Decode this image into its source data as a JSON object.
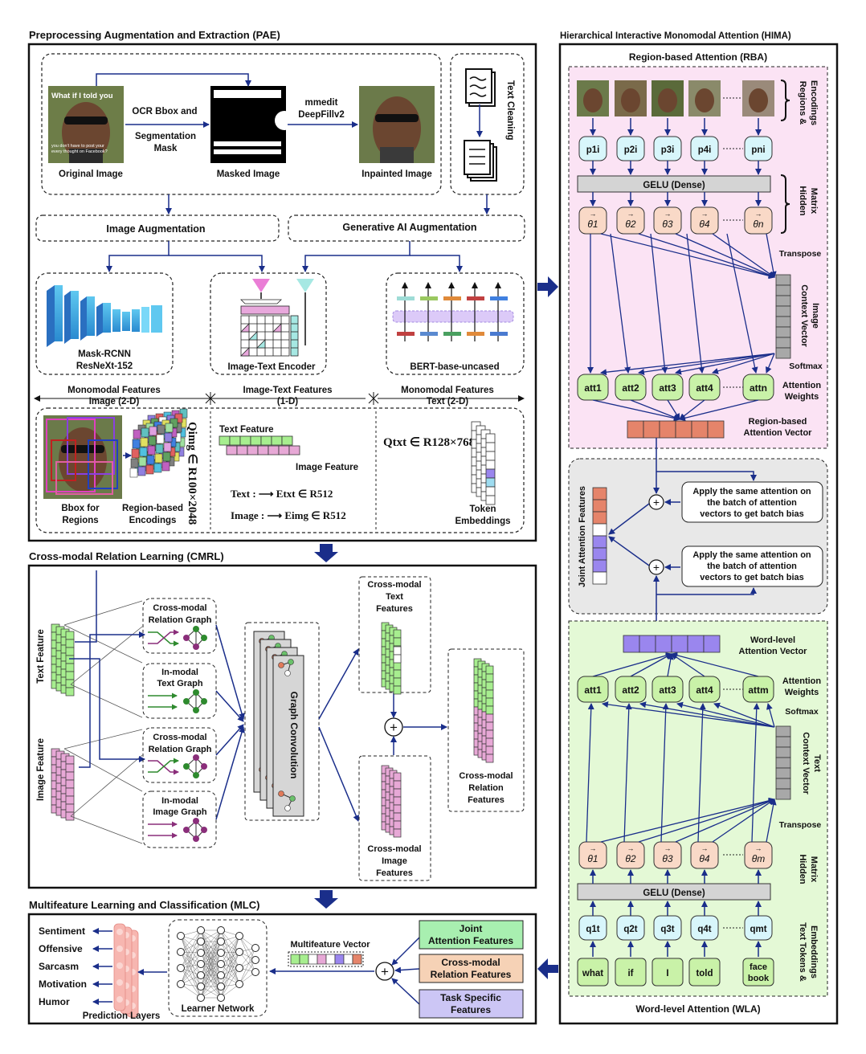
{
  "pae": {
    "title": "Preprocessing Augmentation and Extraction (PAE)",
    "original_image": "Original Image",
    "masked_image": "Masked Image",
    "inpainted_image": "Inpainted Image",
    "ocr_line1": "OCR Bbox and",
    "ocr_line2": "Segmentation",
    "ocr_line3": "Mask",
    "mmedit_line1": "mmedit",
    "mmedit_line2": "DeepFillv2",
    "text_cleaning": "Text Cleaning",
    "meme_top": "What if I told you",
    "meme_bottom1": "you don't have to post your",
    "meme_bottom2": "every thought on Facebook?",
    "image_augmentation": "Image Augmentation",
    "genai_augmentation": "Generative AI Augmentation",
    "mask_rcnn1": "Mask-RCNN",
    "mask_rcnn2": "ResNeXt-152",
    "image_text_encoder": "Image-Text Encoder",
    "bert": "BERT-base-uncased",
    "mono_img1": "Monomodal Features",
    "mono_img2": "Image (2-D)",
    "imgtxt_feat1": "Image-Text Features",
    "imgtxt_feat2": "(1-D)",
    "mono_txt1": "Monomodal Features",
    "mono_txt2": "Text (2-D)",
    "bbox1": "Bbox for",
    "bbox2": "Regions",
    "region_enc1": "Region-based",
    "region_enc2": "Encodings",
    "q_img": "Qimg ∈ R100×2048",
    "text_feature": "Text Feature",
    "image_feature": "Image Feature",
    "text_eq": "Text : ⟶ Etxt ∈ R512",
    "image_eq": "Image : ⟶ Eimg ∈ R512",
    "q_txt": "Qtxt ∈ R128×768",
    "token1": "Token",
    "token2": "Embeddings"
  },
  "cmrl": {
    "title": "Cross-modal Relation Learning (CMRL)",
    "text_feature": "Text Feature",
    "image_feature": "Image Feature",
    "cm_graph1": "Cross-modal",
    "cm_graph2": "Relation Graph",
    "in_text1": "In-modal",
    "in_text2": "Text Graph",
    "in_image1": "In-modal",
    "in_image2": "Image Graph",
    "graph_conv": "Graph Convolution",
    "cm_text1": "Cross-modal",
    "cm_text2": "Text",
    "cm_text3": "Features",
    "cm_image1": "Cross-modal",
    "cm_image2": "Image",
    "cm_image3": "Features",
    "cm_rel1": "Cross-modal",
    "cm_rel2": "Relation",
    "cm_rel3": "Features"
  },
  "mlc": {
    "title": "Multifeature Learning and Classification (MLC)",
    "outputs": [
      "Sentiment",
      "Offensive",
      "Sarcasm",
      "Motivation",
      "Humor"
    ],
    "prediction_layers": "Prediction Layers",
    "learner_network": "Learner Network",
    "multifeature_vector": "Multifeature Vector",
    "joint1": "Joint",
    "joint2": "Attention Features",
    "cmrf1": "Cross-modal",
    "cmrf2": "Relation Features",
    "task1": "Task Specific",
    "task2": "Features"
  },
  "hima": {
    "title": "Hierarchical Interactive Monomodal Attention (HIMA)",
    "rba_title": "Region-based Attention (RBA)",
    "regions1": "Regions &",
    "regions2": "Encodings",
    "p": [
      "p1i",
      "p2i",
      "p3i",
      "p4i",
      "pni"
    ],
    "gelu": "GELU (Dense)",
    "hidden1": "Hidden",
    "hidden2": "Matrix",
    "theta_img": [
      "θ1",
      "θ2",
      "θ3",
      "θ4",
      "θn"
    ],
    "transpose": "Transpose",
    "ctx_img1": "Context Vector",
    "ctx_img2": "Image",
    "softmax": "Softmax",
    "att_img": [
      "att1",
      "att2",
      "att3",
      "att4",
      "attn"
    ],
    "attw1": "Attention",
    "attw2": "Weights",
    "rba_vec1": "Region-based",
    "rba_vec2": "Attention Vector",
    "joint_att": "Joint Attention Features",
    "apply1": "Apply the same attention on",
    "apply2a": "the  batch of attention",
    "apply2b": "the batch of attention",
    "apply3": "vectors to get batch bias",
    "wla_vec1": "Word-level",
    "wla_vec2": "Attention Vector",
    "att_txt": [
      "att1",
      "att2",
      "att3",
      "att4",
      "attm"
    ],
    "ctx_txt1": "Context Vector",
    "ctx_txt2": "Text",
    "theta_txt": [
      "θ1",
      "θ2",
      "θ3",
      "θ4",
      "θm"
    ],
    "q": [
      "q1t",
      "q2t",
      "q3t",
      "q4t",
      "qmt"
    ],
    "words": [
      "what",
      "if",
      "I",
      "told"
    ],
    "face1": "face",
    "face2": "book",
    "tokens1": "Text Tokens &",
    "tokens2": "Embeddings",
    "wla_title": "Word-level Attention (WLA)"
  },
  "colors": {
    "arrow": "#1a2e8a",
    "pink_panel": "#fbe3f4",
    "green_panel": "#e4f9d6",
    "gray_panel": "#e8e8e8",
    "cyan_node": "#d8f6fb",
    "salmon_node": "#f9d9c7",
    "green_node": "#c9f2a8",
    "text_green": "#a7ee8f",
    "image_pink": "#e7a8d6",
    "orange_vec": "#e5846a",
    "purple_vec": "#9a86ee",
    "joint_box": "#a8efb0",
    "cmrf_box": "#f6d2b6",
    "task_box": "#ccc6f5"
  }
}
